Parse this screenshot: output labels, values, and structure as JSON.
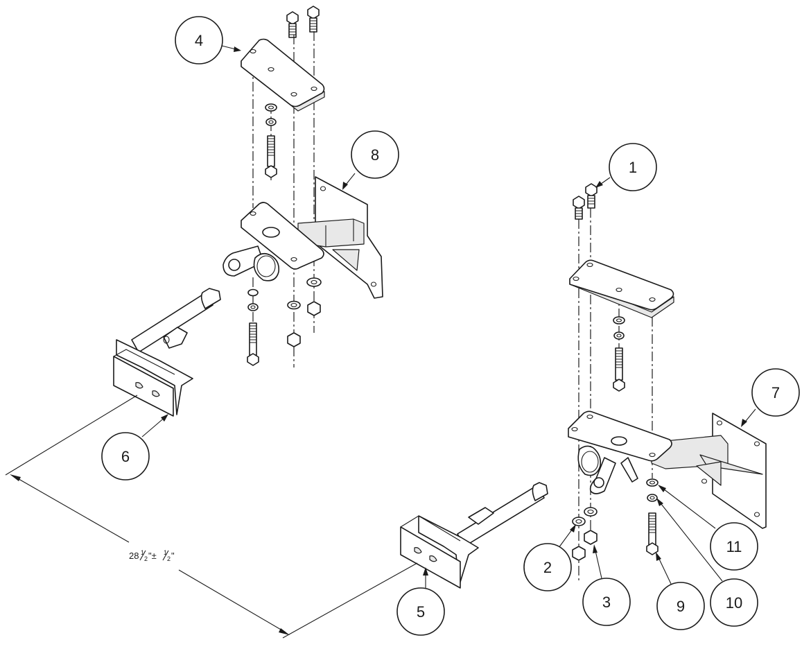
{
  "diagram": {
    "callouts": [
      {
        "id": "c1",
        "label": "1"
      },
      {
        "id": "c2",
        "label": "2"
      },
      {
        "id": "c3",
        "label": "3"
      },
      {
        "id": "c4",
        "label": "4"
      },
      {
        "id": "c5",
        "label": "5"
      },
      {
        "id": "c6",
        "label": "6"
      },
      {
        "id": "c7",
        "label": "7"
      },
      {
        "id": "c8",
        "label": "8"
      },
      {
        "id": "c9",
        "label": "9"
      },
      {
        "id": "c10",
        "label": "10"
      },
      {
        "id": "c11",
        "label": "11"
      }
    ],
    "dimension": {
      "whole": "28",
      "fraction_num": "1",
      "fraction_den": "2",
      "tolerance_prefix": "\"±",
      "tol_num": "1",
      "tol_den": "2",
      "suffix": "\""
    }
  }
}
